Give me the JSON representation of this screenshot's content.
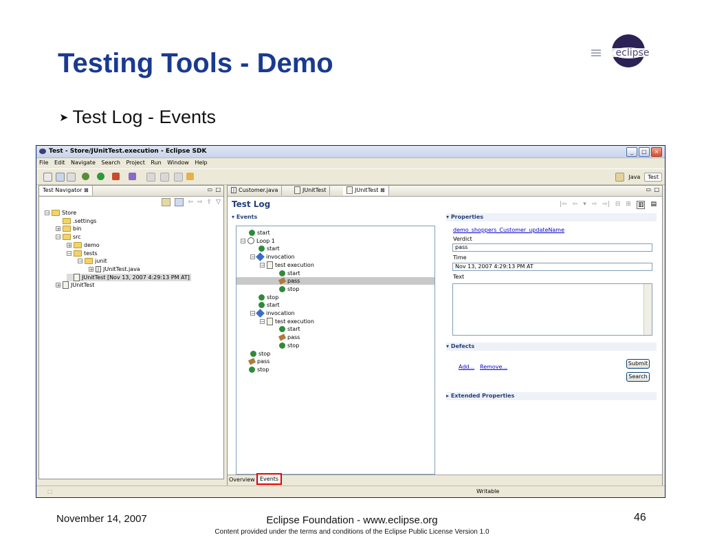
{
  "slide": {
    "title": "Testing Tools - Demo",
    "bullet": "Test Log - Events",
    "logo_text": "eclipse",
    "footer_date": "November 14, 2007",
    "footer_center": "Eclipse Foundation - www.eclipse.org",
    "footer_sub": "Content provided under the terms and conditions of the Eclipse Public License Version 1.0",
    "page_number": "46"
  },
  "window": {
    "title": "Test - Store/JUnitTest.execution - Eclipse SDK",
    "menu": [
      "File",
      "Edit",
      "Navigate",
      "Search",
      "Project",
      "Run",
      "Window",
      "Help"
    ],
    "perspectives": [
      "Java",
      "Test"
    ]
  },
  "navigator": {
    "tab_label": "Test Navigator",
    "items": [
      {
        "label": "Store",
        "icon": "project-icon",
        "toggle": "⊟"
      },
      {
        "label": ".settings",
        "icon": "folder-icon",
        "toggle": ""
      },
      {
        "label": "bin",
        "icon": "folder-icon",
        "toggle": "⊞"
      },
      {
        "label": "src",
        "icon": "folder-icon",
        "toggle": "⊟"
      },
      {
        "label": "demo",
        "icon": "folder-icon",
        "toggle": "⊞"
      },
      {
        "label": "tests",
        "icon": "folder-icon",
        "toggle": "⊟"
      },
      {
        "label": "junit",
        "icon": "folder-icon",
        "toggle": "⊟"
      },
      {
        "label": "JUnitTest.java",
        "icon": "java-file-icon",
        "toggle": "⊞"
      },
      {
        "label": "JUnitTest [Nov 13, 2007 4:29:13 PM AT]",
        "icon": "execution-icon",
        "toggle": ""
      },
      {
        "label": "JUnitTest",
        "icon": "test-icon",
        "toggle": "⊞"
      }
    ]
  },
  "editor": {
    "tabs": [
      "Customer.java",
      "JUnitTest",
      "JUnitTest"
    ],
    "heading": "Test Log",
    "events_section": "Events",
    "events": [
      {
        "label": "start",
        "icon": "start"
      },
      {
        "label": "Loop 1",
        "icon": "loop",
        "toggle": "⊟"
      },
      {
        "label": "start",
        "icon": "start"
      },
      {
        "label": "invocation",
        "icon": "invocation",
        "toggle": "⊟"
      },
      {
        "label": "test execution",
        "icon": "doc",
        "toggle": "⊟"
      },
      {
        "label": "start",
        "icon": "start"
      },
      {
        "label": "pass",
        "icon": "pass",
        "selected": true
      },
      {
        "label": "stop",
        "icon": "start"
      },
      {
        "label": "stop",
        "icon": "start"
      },
      {
        "label": "start",
        "icon": "start"
      },
      {
        "label": "invocation",
        "icon": "invocation",
        "toggle": "⊟"
      },
      {
        "label": "test execution",
        "icon": "doc",
        "toggle": "⊟"
      },
      {
        "label": "start",
        "icon": "start"
      },
      {
        "label": "pass",
        "icon": "pass"
      },
      {
        "label": "stop",
        "icon": "start"
      },
      {
        "label": "stop",
        "icon": "start"
      },
      {
        "label": "pass",
        "icon": "pass"
      },
      {
        "label": "stop",
        "icon": "start"
      }
    ],
    "properties_section": "Properties",
    "properties_link": "demo_shoppers_Customer_updateName",
    "verdict_label": "Verdict",
    "verdict_value": "pass",
    "time_label": "Time",
    "time_value": "Nov 13, 2007 4:29:13 PM AT",
    "text_label": "Text",
    "defects_section": "Defects",
    "add_link": "Add...",
    "remove_link": "Remove...",
    "submit_button": "Submit",
    "search_button": "Search",
    "extended_section": "Extended Properties",
    "bottom_tabs": [
      "Overview",
      "Events"
    ],
    "highlight_color": "#e00000"
  },
  "statusbar": {
    "writable": "Writable"
  }
}
